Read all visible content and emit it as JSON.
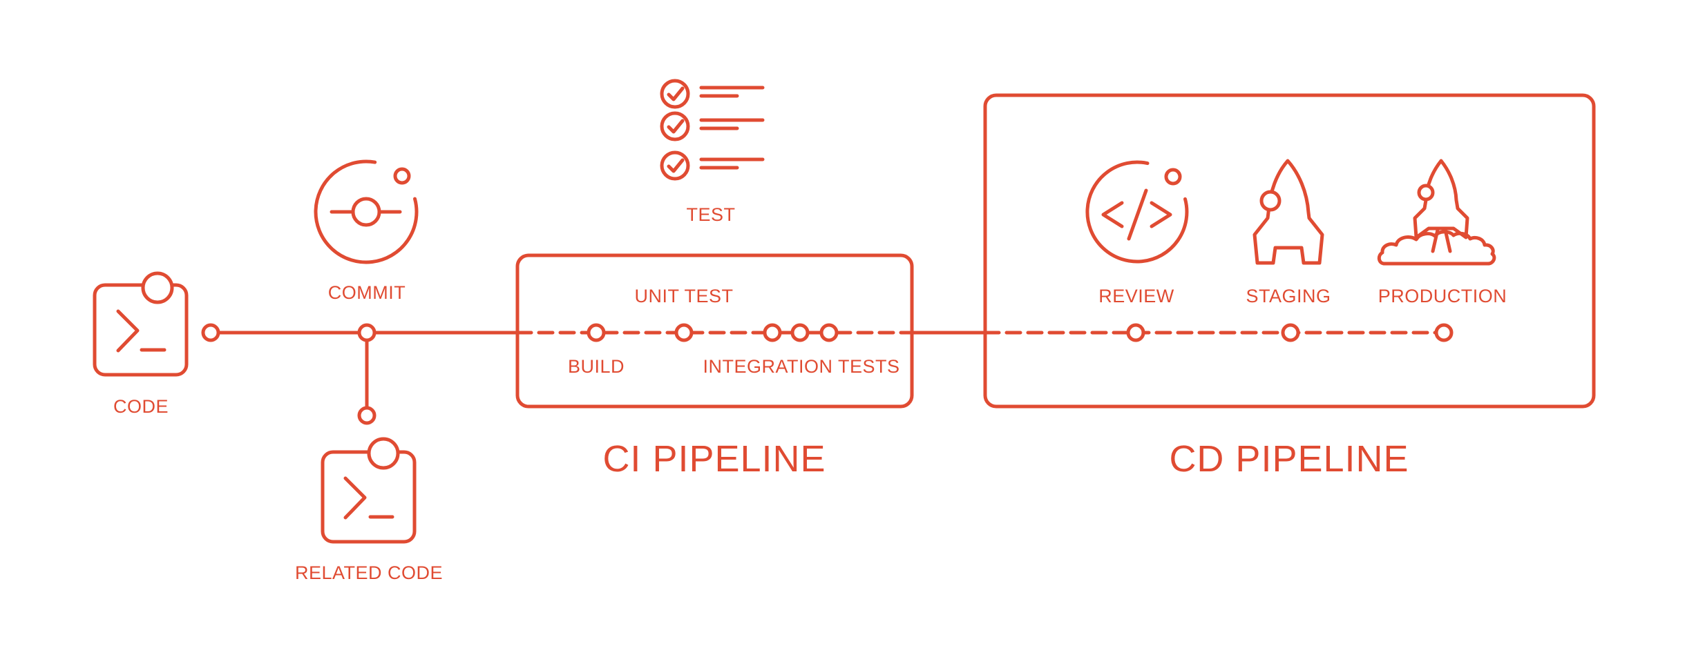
{
  "palette": {
    "accent": "#e04b32",
    "background": "#ffffff"
  },
  "diagram": {
    "source": {
      "code_label": "CODE",
      "commit_label": "COMMIT",
      "related_code_label": "RELATED CODE"
    },
    "test_label": "TEST",
    "ci": {
      "title": "CI PIPELINE",
      "build_label": "BUILD",
      "unit_test_label": "UNIT TEST",
      "integration_tests_label": "INTEGRATION TESTS"
    },
    "cd": {
      "title": "CD PIPELINE",
      "review_label": "REVIEW",
      "staging_label": "STAGING",
      "production_label": "PRODUCTION"
    }
  }
}
